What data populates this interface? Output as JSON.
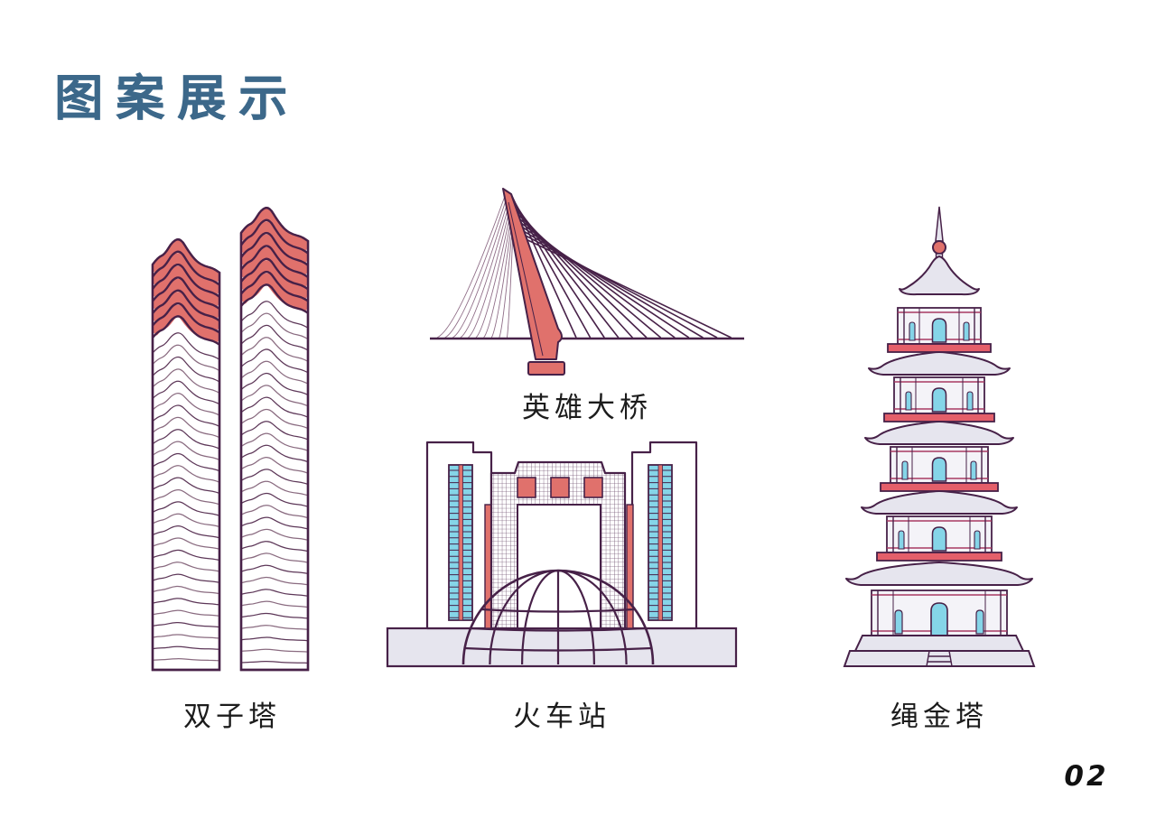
{
  "page": {
    "title": "图案展示",
    "page_number": "02",
    "background": "#ffffff"
  },
  "items": [
    {
      "id": "twin-towers",
      "label": "双子塔"
    },
    {
      "id": "hero-bridge",
      "label": "英雄大桥"
    },
    {
      "id": "train-station",
      "label": "火车站"
    },
    {
      "id": "shengjin-pagoda",
      "label": "绳金塔"
    }
  ],
  "colors": {
    "title_text": "#3c688a",
    "label_text": "#1c1c1c",
    "outline": "#472148",
    "outline_soft": "#8f6d87",
    "line_dark": "#5d3758",
    "line_soft": "#8a6b80",
    "coral": "#e0716c",
    "red_band": "#e45f6a",
    "cyan": "#85d5e8",
    "lavender": "#e6e5ee",
    "body_fill": "#f4f3f8",
    "crimson": "#a83a62",
    "grid_line": "#5c3a5c",
    "white": "#ffffff"
  }
}
